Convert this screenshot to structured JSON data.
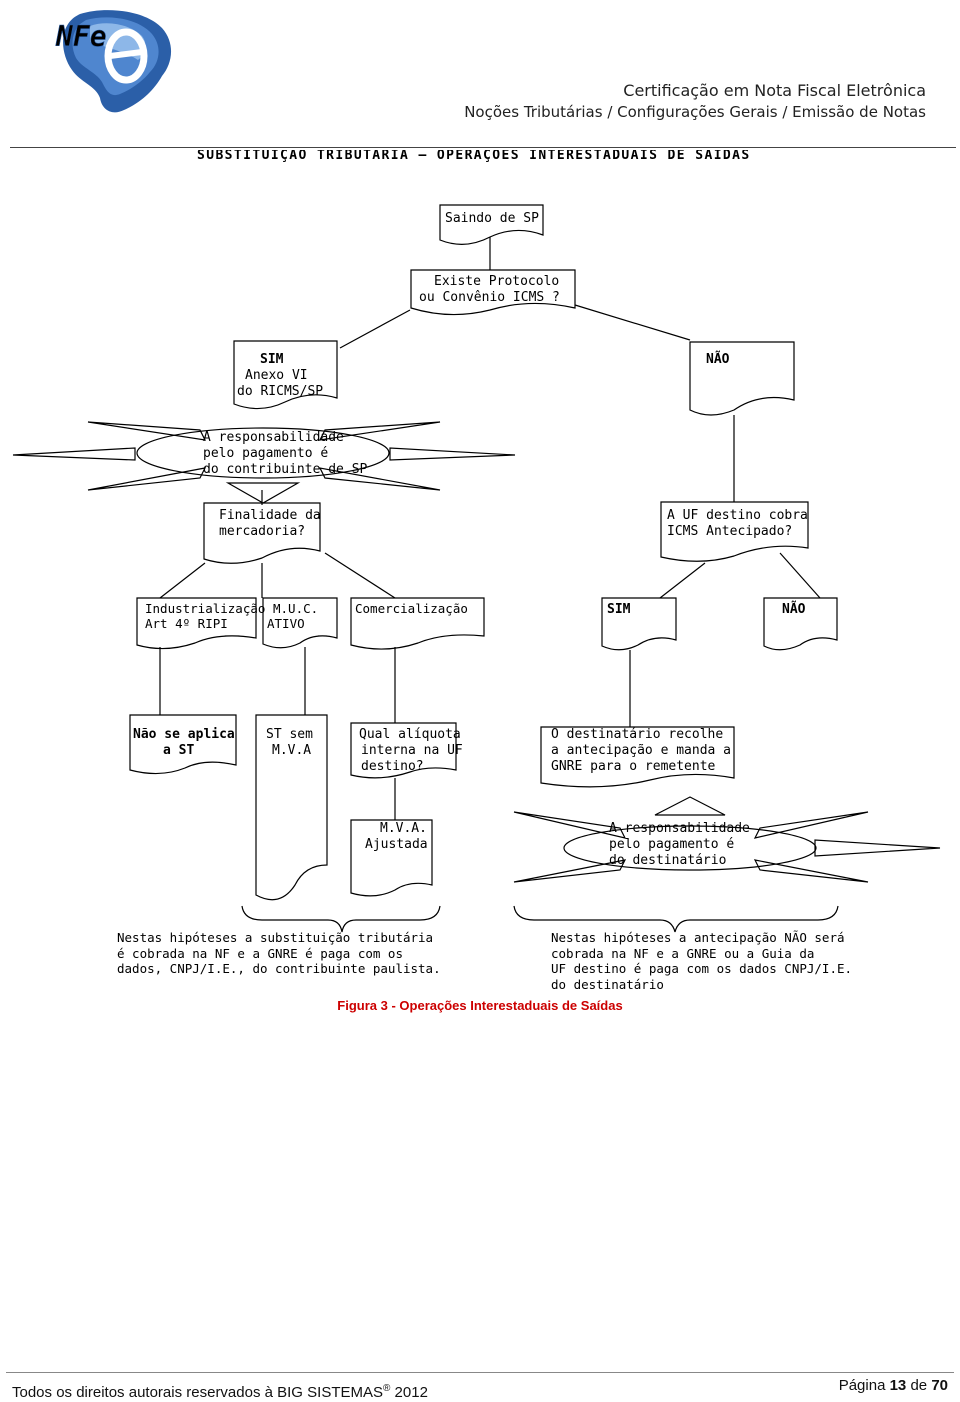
{
  "header": {
    "logo_text": "NFe",
    "line1": "Certificação em Nota Fiscal Eletrônica",
    "line2": "Noções Tributárias / Configurações Gerais / Emissão de Notas"
  },
  "diagram": {
    "title": "SUBSTITUIÇÃO TRIBUTÁRIA – OPERAÇÕES INTERESTADUAIS DE SAÍDAS",
    "saindo": "Saindo de SP",
    "protocolo": [
      "Existe Protocolo",
      "ou Convênio ICMS ?"
    ],
    "sim_anexo": [
      "SIM",
      "Anexo VI",
      "do RICMS/SP"
    ],
    "nao_top": "NÃO",
    "resp_contrib": [
      "A responsabilidade",
      "pelo pagamento é",
      "do contribuinte de SP"
    ],
    "finalidade": [
      "Finalidade da",
      "mercadoria?"
    ],
    "uf_cobra": [
      "A UF destino cobra",
      "ICMS Antecipado?"
    ],
    "industrializacao": [
      "Industrialização",
      "Art 4º RIPI"
    ],
    "muc": [
      "M.U.C.",
      "ATIVO"
    ],
    "comercializacao": "Comercialização",
    "sim_right": "SIM",
    "nao_right": "NÃO",
    "nao_aplica": [
      "Não se aplica",
      "a ST"
    ],
    "st_sem": [
      "ST sem",
      "M.V.A"
    ],
    "qual_aliquota": [
      "Qual alíquota",
      "interna na UF",
      "destino?"
    ],
    "destinatario_recolhe": [
      "O destinatário recolhe",
      "a antecipação e manda a",
      "GNRE para o remetente"
    ],
    "mva_ajustada": [
      "M.V.A.",
      "Ajustada"
    ],
    "resp_dest": [
      "A responsabilidade",
      "pelo pagamento é",
      "do destinatário"
    ],
    "note_left": [
      "Nestas hipóteses a substituição tributária",
      "é cobrada na NF e a GNRE é paga com os",
      "dados, CNPJ/I.E., do contribuinte paulista."
    ],
    "note_right": [
      "Nestas hipóteses a antecipação NÃO será",
      "cobrada na NF e a GNRE ou a Guia da",
      "UF destino é paga com os dados CNPJ/I.E.",
      "do destinatário"
    ]
  },
  "caption": "Figura 3 - Operações Interestaduais de Saídas",
  "footer": {
    "copyright": "Todos os direitos autorais reservados à BIG SISTEMAS",
    "registered": "®",
    "year": "2012",
    "page_label": "Página",
    "page_current": "13",
    "page_of": "de",
    "page_total": "70"
  }
}
